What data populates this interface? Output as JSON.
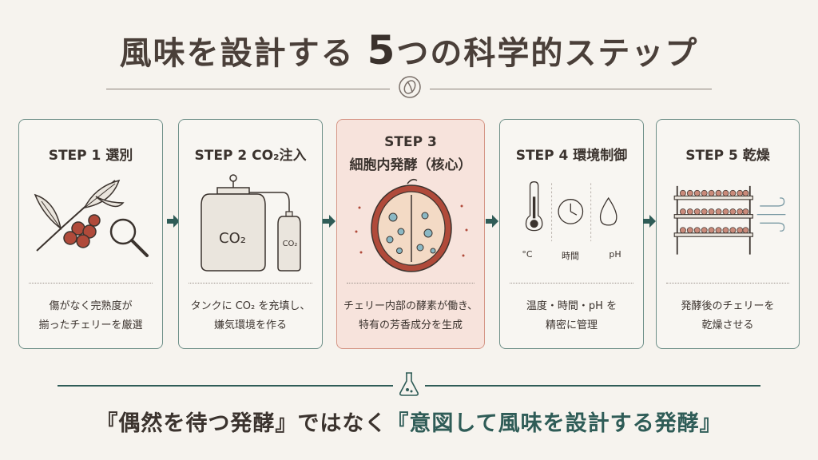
{
  "title": {
    "main_a": "風味を設計する",
    "number": "5",
    "main_b": "つの科学的ステップ"
  },
  "steps": [
    {
      "title": "STEP 1 選別",
      "subtitle": "",
      "desc_line1": "傷がなく完熟度が",
      "desc_line2": "揃ったチェリーを厳選",
      "icon": "coffee-branch-magnifier"
    },
    {
      "title": "STEP 2 CO₂注入",
      "subtitle": "",
      "desc_line1": "タンクに CO₂ を充填し、",
      "desc_line2": "嫌気環境を作る",
      "icon": "co2-tank",
      "tank_label": "CO₂",
      "cylinder_label": "CO₂"
    },
    {
      "title": "STEP 3",
      "subtitle": "細胞内発酵（核心）",
      "desc_line1": "チェリー内部の酵素が働き、",
      "desc_line2": "特有の芳香成分を生成",
      "icon": "cherry-cross-section"
    },
    {
      "title": "STEP 4 環境制御",
      "subtitle": "",
      "desc_line1": "温度・時間・pH を",
      "desc_line2": "精密に管理",
      "icon": "thermometer-clock-drop",
      "labels": [
        "°C",
        "時間",
        "pH"
      ]
    },
    {
      "title": "STEP 5 乾燥",
      "subtitle": "",
      "desc_line1": "発酵後のチェリーを",
      "desc_line2": "乾燥させる",
      "icon": "drying-rack"
    }
  ],
  "bottom": {
    "part1": "『偶然を待つ発酵』ではなく",
    "part2": "『意図して風味を設計する発酵』"
  },
  "colors": {
    "accent": "#2f5c57",
    "highlight_bg": "#f7e3dc",
    "highlight_border": "#d59686",
    "cherry": "#b04a3a",
    "background": "#f6f3ee"
  }
}
